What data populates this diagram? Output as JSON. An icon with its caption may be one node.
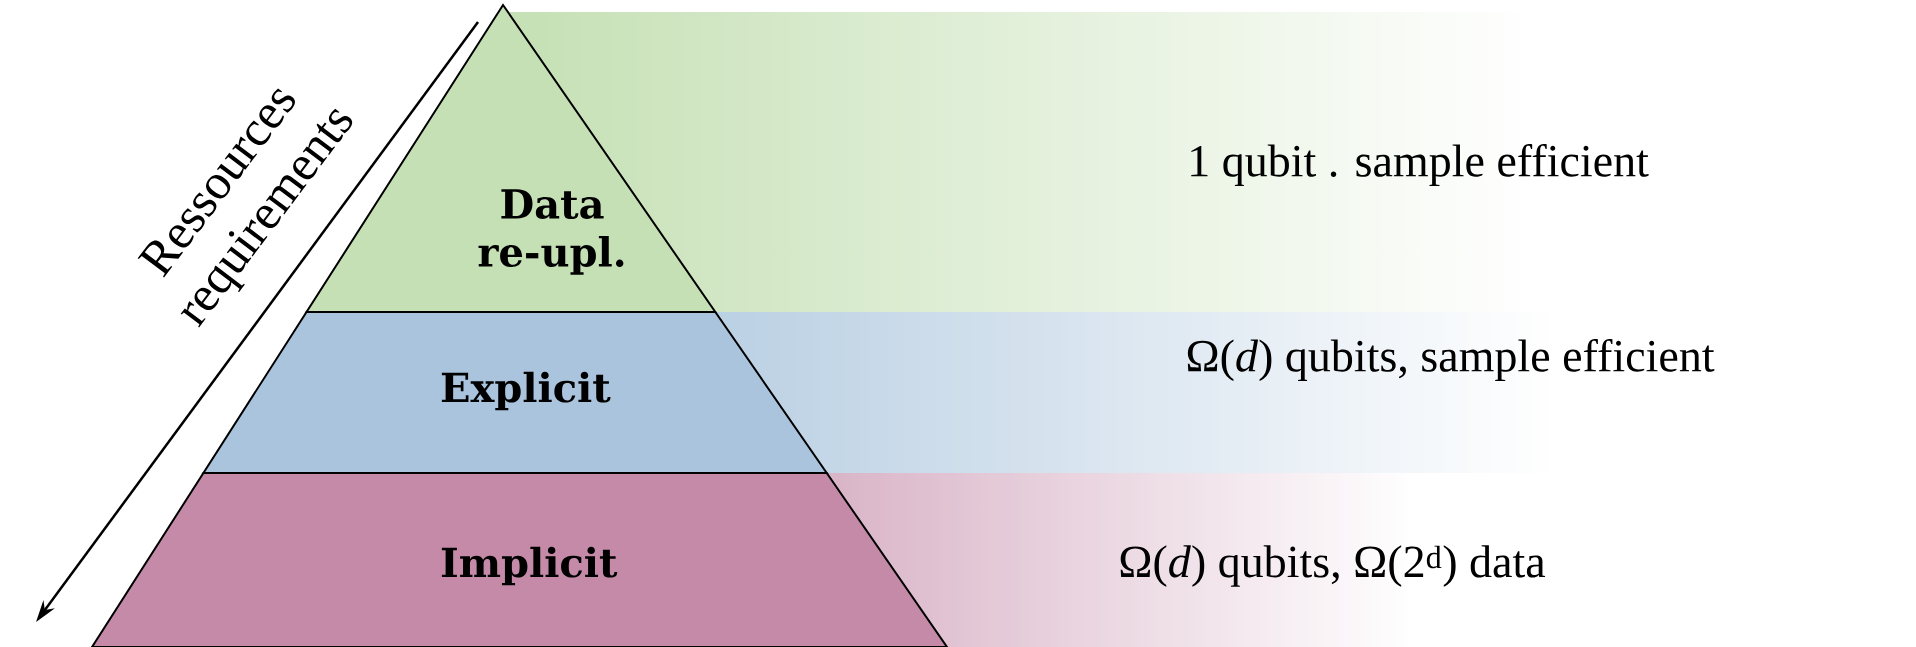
{
  "diagram": {
    "nodes": [
      {
        "text": [
          "Data re-upl."
        ]
      },
      {
        "text": [
          "Explicit"
        ]
      },
      {
        "text": [
          "Implicit"
        ]
      }
    ],
    "edges": [],
    "labels": [
      "Ressources requirements",
      "1 qubit . sample efficient",
      "Ω(*d*) qubits, sample efficient",
      "Ω(*d*) qubits,  Ω(2$^{d}$) data"
    ]
  }
}
